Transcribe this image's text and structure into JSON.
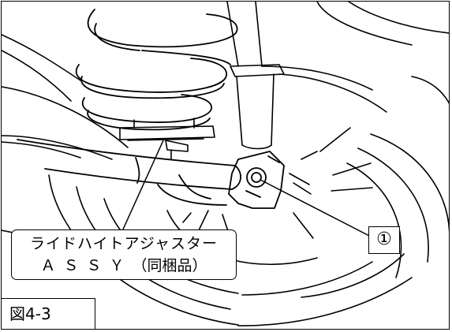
{
  "figure": {
    "label": "図4-3",
    "callout": {
      "line1": "ライドハイトアジャスター",
      "line2_latin": "ＡＳＳＹ",
      "line2_note": "（同梱品）"
    },
    "marker": "①"
  }
}
